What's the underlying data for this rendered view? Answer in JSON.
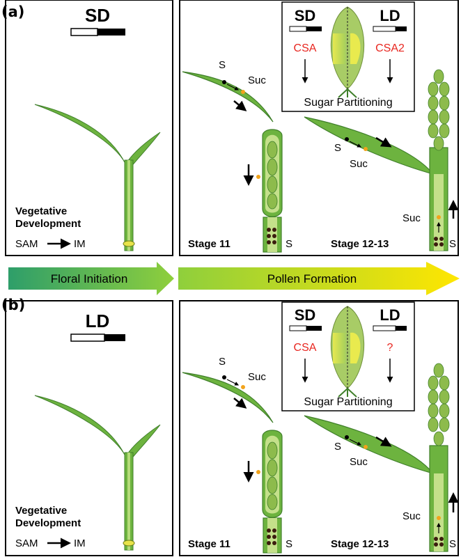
{
  "colors": {
    "leaf": "#6db33f",
    "leaf_edge": "#3f7f2a",
    "stem_light": "#c4e08a",
    "arrow_start": "#2e9e6a",
    "arrow_mid": "#8fcf3c",
    "arrow_end": "#ffe600",
    "panicle": "#8dbb4c",
    "spikelet": "#a8cc66",
    "red_text": "#e8261f",
    "sucrose_dot": "#f2a31b",
    "starch_dot": "#3b1d0e"
  },
  "panel_a": {
    "label": "(a)",
    "photoperiod": "SD",
    "veg_title_1": "Vegetative",
    "veg_title_2": "Development",
    "sam": "SAM",
    "im": "IM",
    "s_label_top": "S",
    "suc_label_top": "Suc",
    "stage11": "Stage 11",
    "stage11_s": "S",
    "s_label_right": "S",
    "suc_label_right": "Suc",
    "suc_label_stem": "Suc",
    "stage1213": "Stage 12-13",
    "stage1213_s": "S",
    "inset": {
      "left_photoperiod": "SD",
      "right_photoperiod": "LD",
      "left_gene": "CSA",
      "right_gene": "CSA2",
      "caption": "Sugar Partitioning"
    }
  },
  "process_arrows": {
    "left": "Floral  Initiation",
    "right": "Pollen Formation"
  },
  "panel_b": {
    "label": "(b)",
    "photoperiod": "LD",
    "veg_title_1": "Vegetative",
    "veg_title_2": "Development",
    "sam": "SAM",
    "im": "IM",
    "s_label_top": "S",
    "suc_label_top": "Suc",
    "stage11": "Stage 11",
    "stage11_s": "S",
    "s_label_right": "S",
    "suc_label_right": "Suc",
    "suc_label_stem": "Suc",
    "stage1213": "Stage 12-13",
    "stage1213_s": "S",
    "inset": {
      "left_photoperiod": "SD",
      "right_photoperiod": "LD",
      "left_gene": "CSA",
      "right_gene": "?",
      "caption": "Sugar Partitioning"
    }
  }
}
